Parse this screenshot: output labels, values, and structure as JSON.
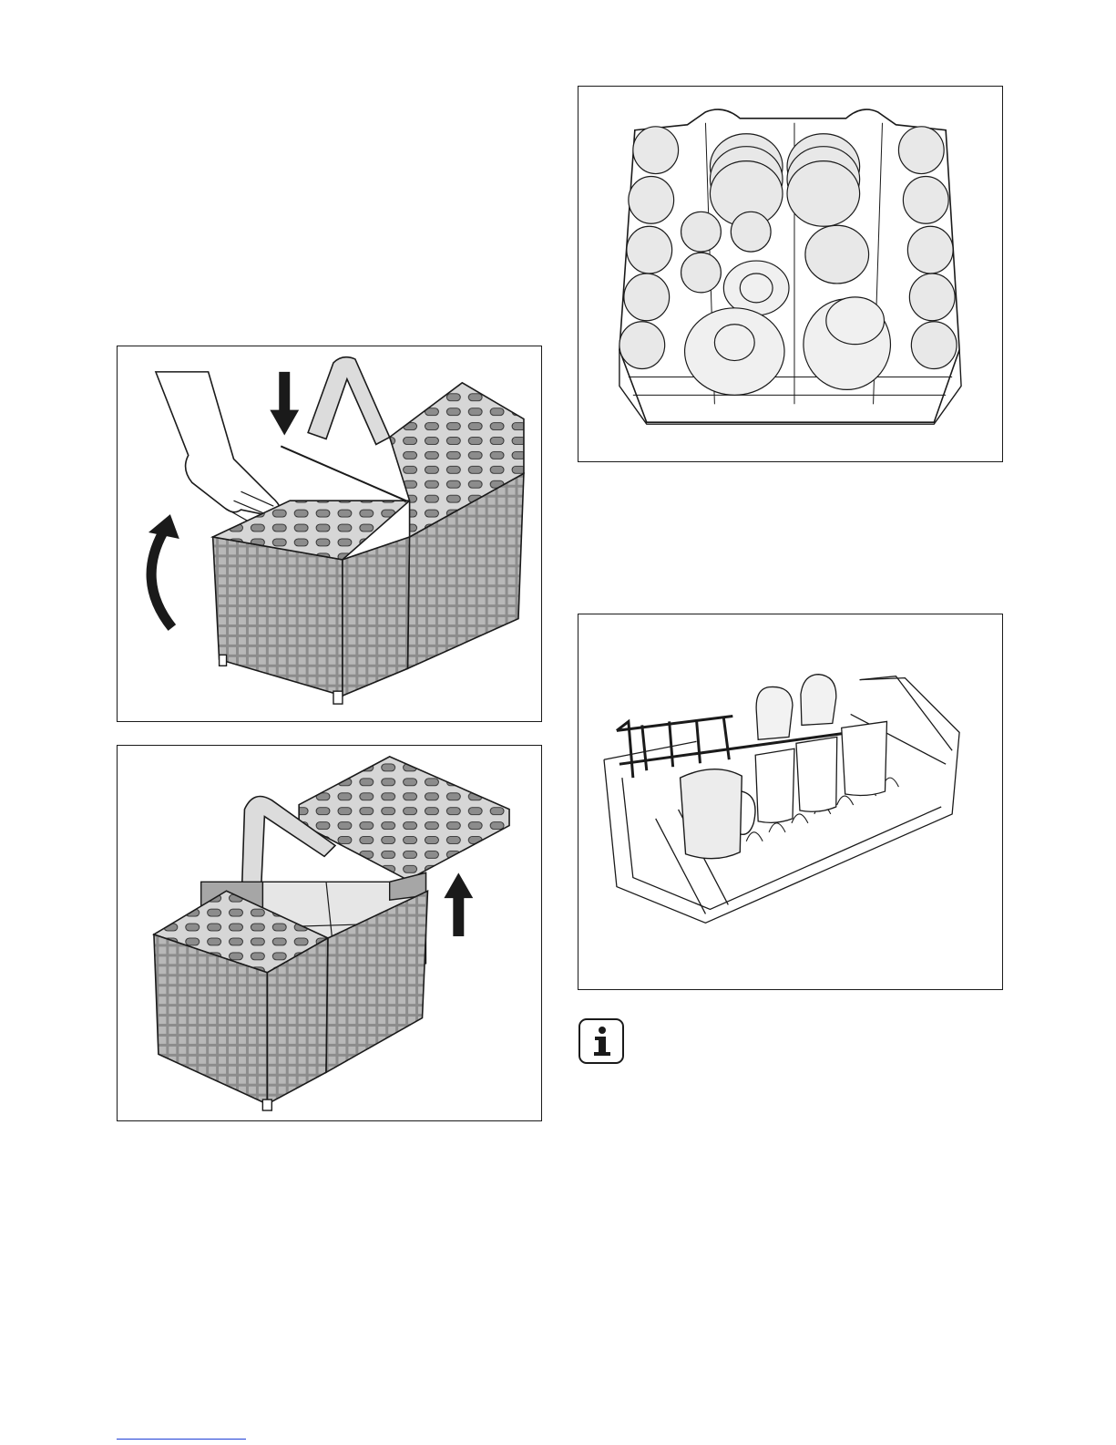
{
  "page": {
    "background": "#ffffff",
    "line_color": "#1a1a1a",
    "fill_light": "#e6e6e6",
    "fill_mid": "#b8b8b8",
    "fill_dark": "#8c8c8c",
    "footer_rule_color": "#1f3fd6"
  },
  "figures": {
    "basket_close": {
      "icon": "cutlery-basket-close-illustration"
    },
    "basket_open": {
      "icon": "cutlery-basket-open-illustration"
    },
    "upper_rack": {
      "icon": "upper-rack-loaded-illustration"
    },
    "cup_rack": {
      "icon": "cup-rack-with-mugs-illustration"
    }
  },
  "info": {
    "icon": "info-icon"
  }
}
